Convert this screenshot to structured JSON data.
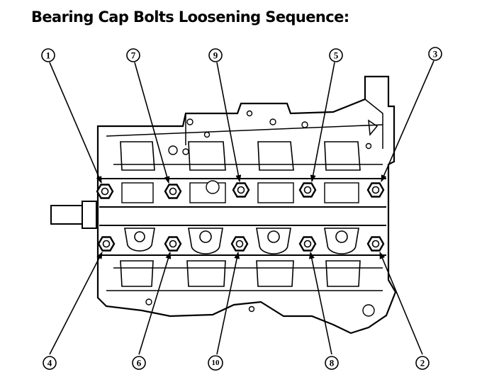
{
  "title": "Bearing Cap Bolts Loosening Sequence:",
  "callouts": {
    "top": [
      "1",
      "7",
      "9",
      "5",
      "3"
    ],
    "bottom": [
      "4",
      "6",
      "10",
      "8",
      "2"
    ]
  }
}
